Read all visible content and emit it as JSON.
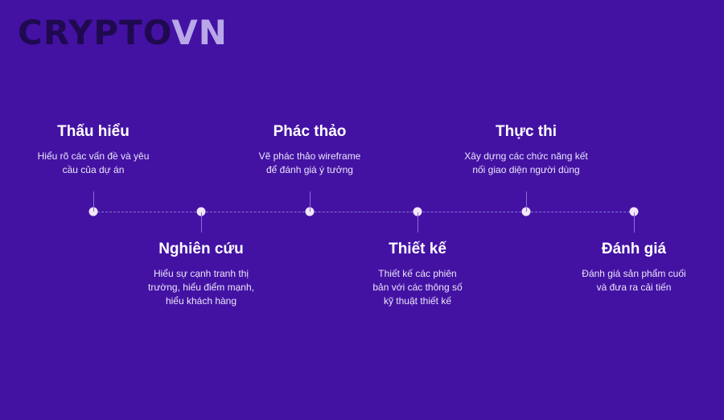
{
  "logo": {
    "part1": "CRYPTO",
    "part2": "VN"
  },
  "steps": [
    {
      "title": "Thấu hiểu",
      "desc_line1": "Hiểu rõ các vấn đề và yêu",
      "desc_line2": "cầu của dự án",
      "desc_line3": ""
    },
    {
      "title": "Nghiên cứu",
      "desc_line1": "Hiểu sự cạnh tranh thị",
      "desc_line2": "trường, hiểu điểm mạnh,",
      "desc_line3": "hiểu khách hàng"
    },
    {
      "title": "Phác thảo",
      "desc_line1": "Vẽ phác thảo wireframe",
      "desc_line2": "để đánh giá ý tưởng",
      "desc_line3": ""
    },
    {
      "title": "Thiết kế",
      "desc_line1": "Thiết kế các phiên",
      "desc_line2": "bản với các thông số",
      "desc_line3": "kỹ thuật thiết kế"
    },
    {
      "title": "Thực thi",
      "desc_line1": "Xây dựng các chức năng kết",
      "desc_line2": "nối giao diện người dùng",
      "desc_line3": ""
    },
    {
      "title": "Đánh giá",
      "desc_line1": "Đánh giá sản phẩm cuối",
      "desc_line2": "và đưa ra cải tiến",
      "desc_line3": ""
    }
  ],
  "colors": {
    "background": "#4312a3",
    "logo_dark": "#1f0a4f",
    "logo_light": "#b9a7e8",
    "dot": "#f2e6f7",
    "line": "#8a6fd6"
  }
}
